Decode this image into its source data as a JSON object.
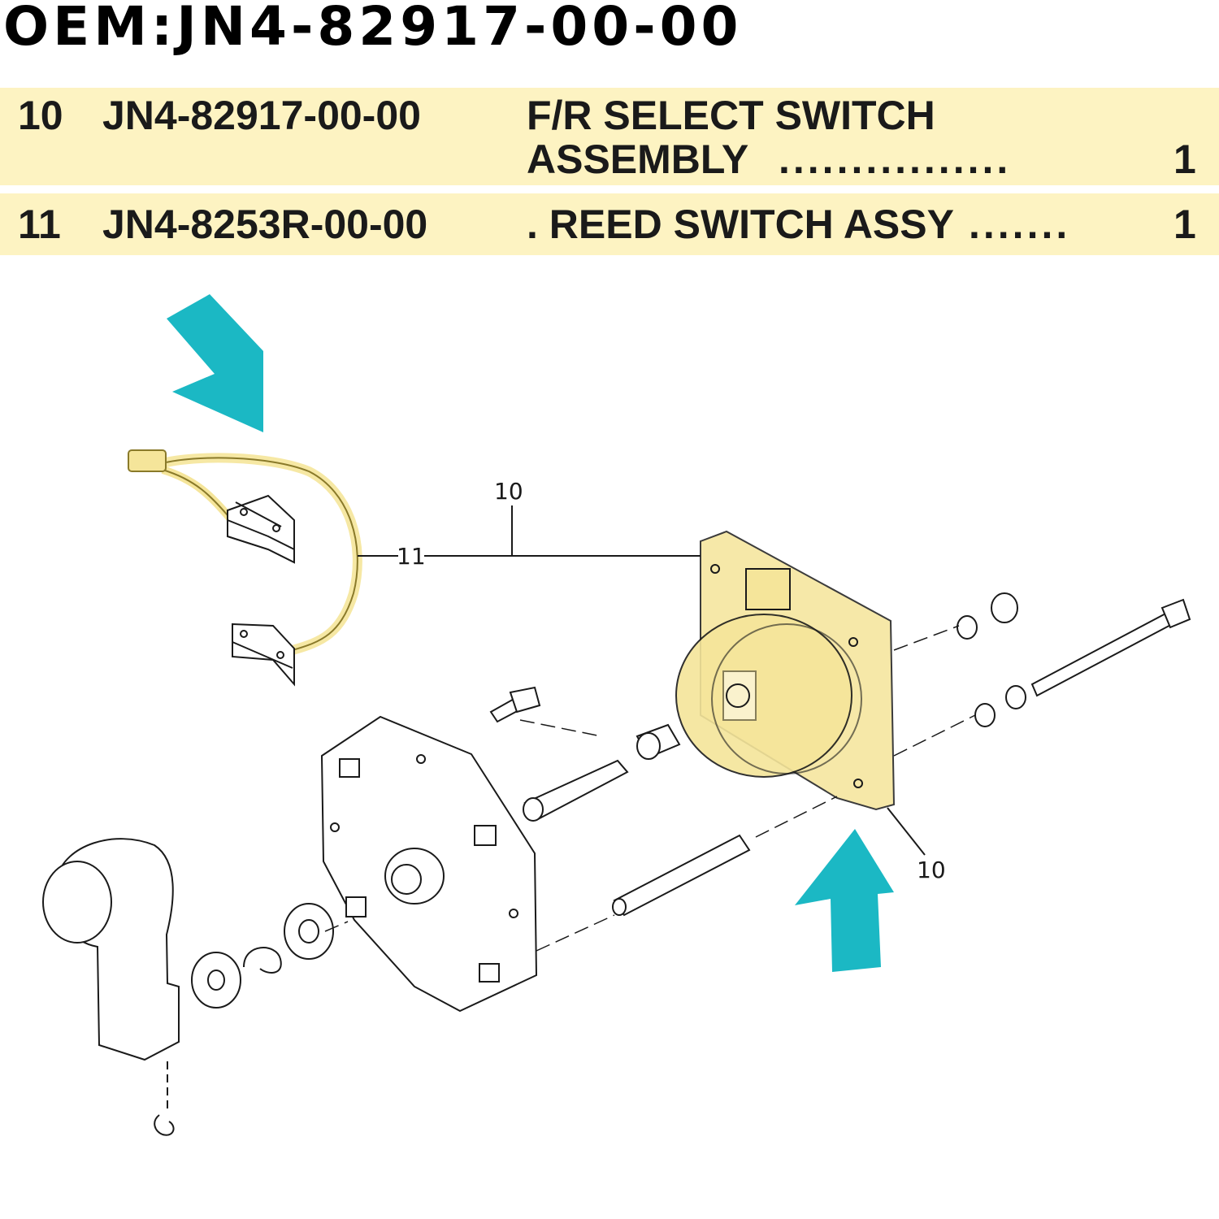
{
  "title": "OEM:JN4-82917-00-00",
  "parts_list": [
    {
      "item": "10",
      "part_number": "JN4-82917-00-00",
      "description_line1": "F/R SELECT SWITCH",
      "description_line2": "ASSEMBLY",
      "leader": "................",
      "qty": "1"
    },
    {
      "item": "11",
      "part_number": "JN4-8253R-00-00",
      "description_line1": ". REED SWITCH ASSY",
      "leader": ".......",
      "qty": "1"
    }
  ],
  "diagram": {
    "callouts": {
      "assembly_top": "10",
      "reed_switch": "11",
      "assembly_bottom": "10"
    },
    "colors": {
      "highlight": "#f5e59a",
      "arrow": "#1bb8c4",
      "line": "#1a1a1a"
    },
    "icons": [
      "arrow-down-right-icon",
      "arrow-up-icon"
    ]
  }
}
